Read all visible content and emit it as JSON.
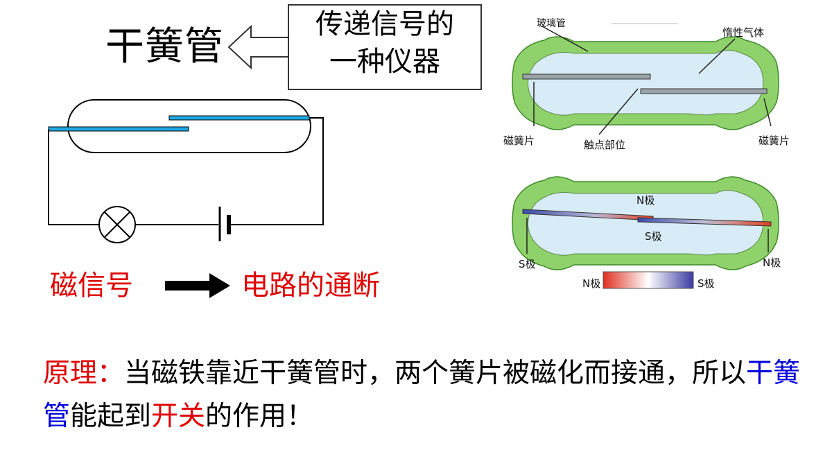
{
  "title": "干簧管",
  "callout": {
    "line1": "传递信号的",
    "line2": "一种仪器"
  },
  "flow": {
    "input": "磁信号",
    "output": "电路的通断"
  },
  "principle": {
    "label": "原理：",
    "text1": "当磁铁靠近干簧管时，两个簧片被磁化而接通，所以",
    "highlight1": "干簧管",
    "text2": "能起到",
    "highlight2": "开关",
    "text3": "的作用！"
  },
  "figure_top": {
    "label_glass": "玻璃管",
    "label_gas": "惰性气体",
    "label_reed_left": "磁簧片",
    "label_contact": "触点部位",
    "label_reed_right": "磁簧片"
  },
  "figure_bottom": {
    "label_n_top": "N极",
    "label_s_mid": "S极",
    "label_s_left": "S极",
    "label_n_right": "N极",
    "legend_n": "N极",
    "legend_s": "S极"
  },
  "colors": {
    "accent_red": "#e00000",
    "accent_blue": "#0000dd",
    "tube_green": "#8fd16a",
    "tube_inner": "#d8ecf7",
    "reed_cyan": "#1fa8e0"
  }
}
